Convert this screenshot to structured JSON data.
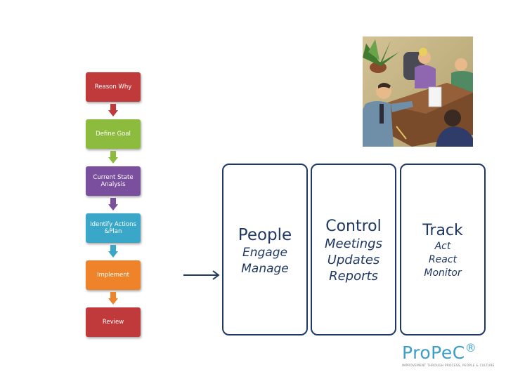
{
  "flow": {
    "steps": [
      {
        "label": "Reason Why",
        "color": "#c0393b"
      },
      {
        "label": "Define Goal",
        "color": "#8dbb3e"
      },
      {
        "label": "Current State Analysis",
        "color": "#7a4f9e"
      },
      {
        "label": "Identify Actions &Plan",
        "color": "#3aa6c8"
      },
      {
        "label": "Implement",
        "color": "#ef8329"
      },
      {
        "label": "Review",
        "color": "#c0393b"
      }
    ]
  },
  "panels": [
    {
      "title": "People",
      "items": [
        "Engage",
        "Manage"
      ]
    },
    {
      "title": "Control",
      "items": [
        "Meetings",
        "Updates",
        "Reports"
      ]
    },
    {
      "title": "Track",
      "items": [
        "Act",
        "React",
        "Monitor"
      ]
    }
  ],
  "logo": {
    "name": "ProPeC",
    "mark": "®",
    "tagline": "IMPROVEMENT THROUGH PROCESS, PEOPLE & CULTURE"
  },
  "colors": {
    "panel_border": "#1f3864",
    "text": "#1f3864",
    "arrow": "#1f3864",
    "logo": "#3c9dc8"
  },
  "images": {
    "photo": "business-meeting-clipart"
  }
}
